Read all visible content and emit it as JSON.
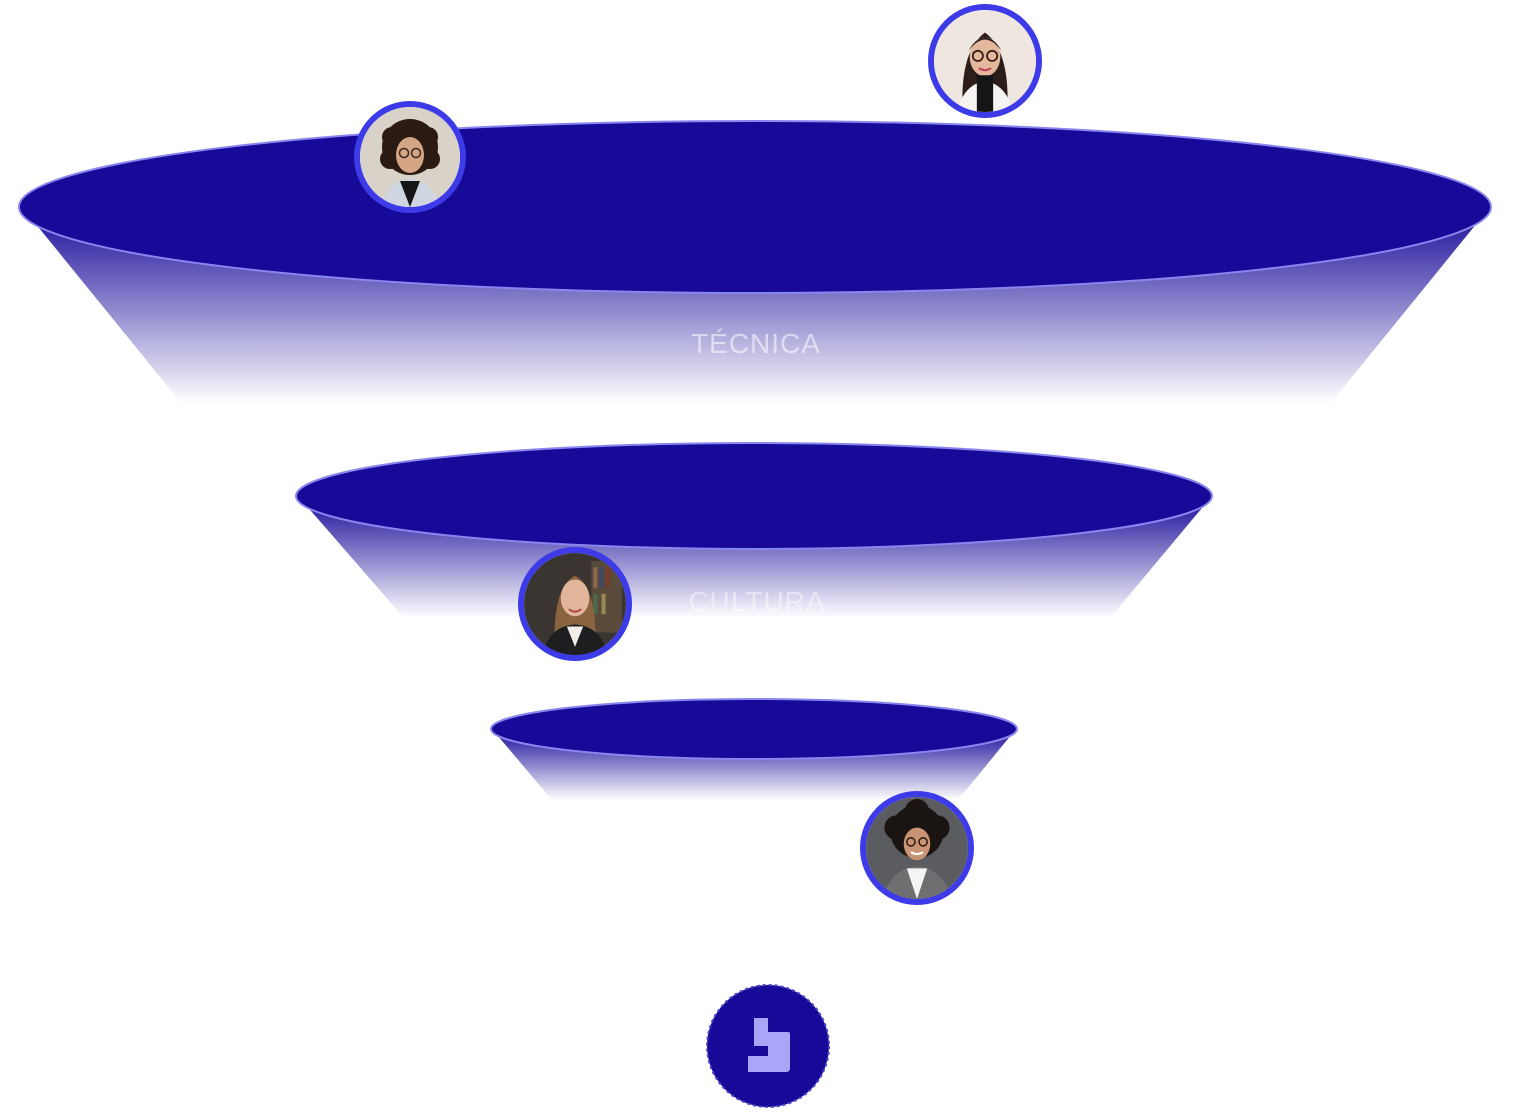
{
  "colors": {
    "funnel_top": "#170a98",
    "funnel_rim": "#8a86f0",
    "avatar_border": "#3d3ae8",
    "logo_bg": "#170a98",
    "logo_glyph": "#a9a6f8"
  },
  "stages": [
    {
      "label": "TÉCNICA"
    },
    {
      "label": "CULTURA"
    },
    {
      "label": ""
    }
  ],
  "avatars": [
    {
      "name": "woman-glasses-dark-hair"
    },
    {
      "name": "woman-curly-hair"
    },
    {
      "name": "woman-long-hair-office"
    },
    {
      "name": "man-afro-hair"
    }
  ],
  "logo": {
    "icon": "brand-logo-icon"
  }
}
